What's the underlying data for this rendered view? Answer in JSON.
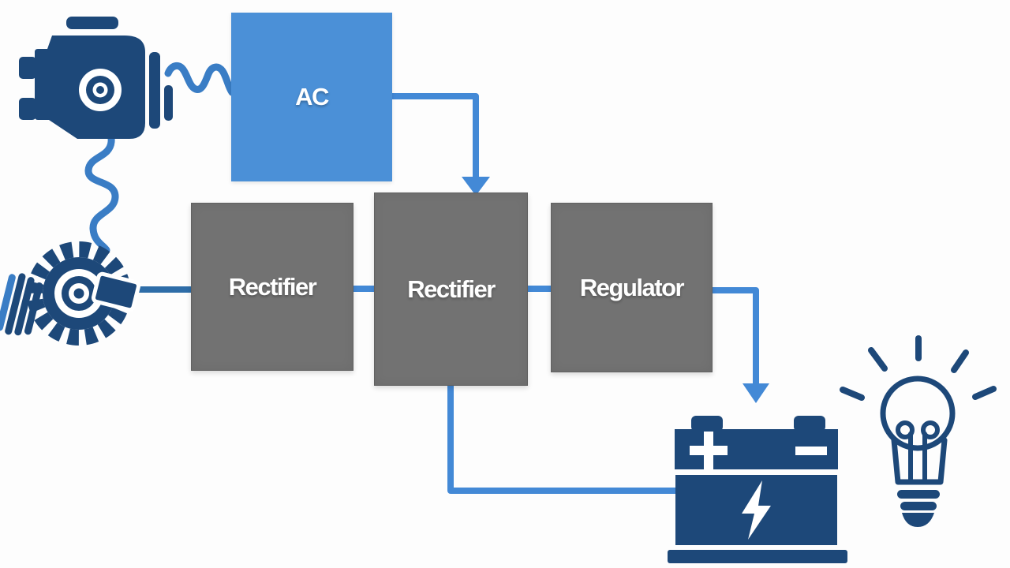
{
  "colors": {
    "navy": "#1d4879",
    "squiggle_blue": "#3a7dc5",
    "connector_blue": "#4389d6",
    "stator_wire_blue": "#2e6da8",
    "ac_box_blue": "#4b90d7",
    "block_gray": "#727272",
    "white": "#ffffff",
    "background": "#fdfdfd"
  },
  "blocks": {
    "ac": {
      "label": "AC"
    },
    "rectifier_left": {
      "label": "Rectifier"
    },
    "rectifier_center": {
      "label": "Rectifier"
    },
    "regulator": {
      "label": "Regulator"
    }
  },
  "icons": {
    "engine": "engine-icon",
    "stator": "stator-alternator-icon",
    "battery": "battery-icon",
    "battery_positive": "plus-icon",
    "battery_negative": "minus-icon",
    "battery_bolt": "lightning-bolt-icon",
    "light_bulb": "light-bulb-icon"
  },
  "connections": [
    "engine to ac (wavy wire)",
    "engine to stator (wavy wire)",
    "stator to rectifier_left",
    "rectifier_left to rectifier_center",
    "ac to rectifier_center (arrow down)",
    "rectifier_center to regulator",
    "regulator to battery (arrow down)",
    "rectifier_center to battery (elbow wire)"
  ]
}
